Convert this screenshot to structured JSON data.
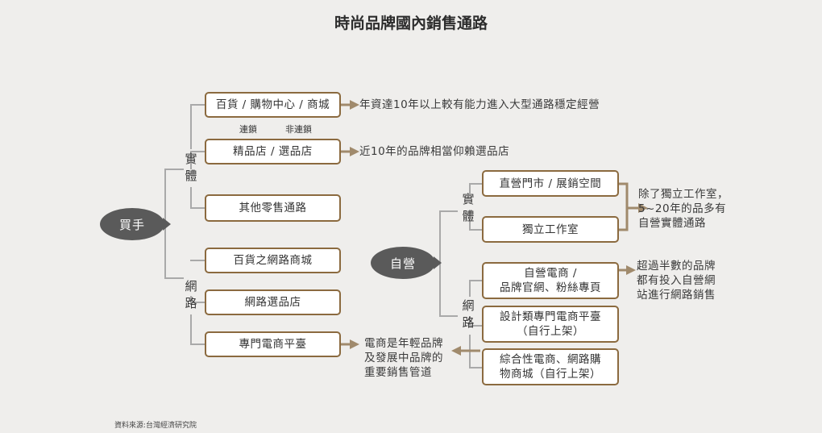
{
  "title": "時尚品牌國內銷售通路",
  "source": "資料來源:台灣經濟研究院",
  "colors": {
    "box_border": "#8b6a3f",
    "line": "#a9a9a9",
    "arrow": "#a08a6c",
    "node_fill": "#5a5a5a"
  },
  "buyer": {
    "label": "買手",
    "physical": {
      "label": "實體",
      "boxes": [
        "百貨 / 購物中心 / 商城",
        "精品店 / 選品店",
        "其他零售通路"
      ],
      "sub_labels": [
        "連鎖",
        "非連鎖"
      ],
      "notes": [
        "年資達10年以上較有能力進入大型通路穩定經營",
        "近10年的品牌相當仰賴選品店"
      ]
    },
    "online": {
      "label": "網路",
      "boxes": [
        "百貨之網路商城",
        "網路選品店",
        "專門電商平臺"
      ],
      "note": [
        "電商是年輕品牌",
        "及發展中品牌的",
        "重要銷售管道"
      ]
    }
  },
  "self": {
    "label": "自營",
    "physical": {
      "label": "實體",
      "boxes": [
        "直營門市 / 展銷空間",
        "獨立工作室"
      ],
      "note": [
        "除了獨立工作室，",
        "5~20年的品多有",
        "自營實體通路"
      ]
    },
    "online": {
      "label": "網路",
      "boxes": [
        [
          "自營電商 /",
          "品牌官網、粉絲專頁"
        ],
        [
          "設計類專門電商平臺",
          "（自行上架）"
        ],
        [
          "綜合性電商、網路購",
          "物商城（自行上架）"
        ]
      ],
      "note": [
        "超過半數的品牌",
        "都有投入自營網",
        "站進行網路銷售"
      ]
    }
  }
}
